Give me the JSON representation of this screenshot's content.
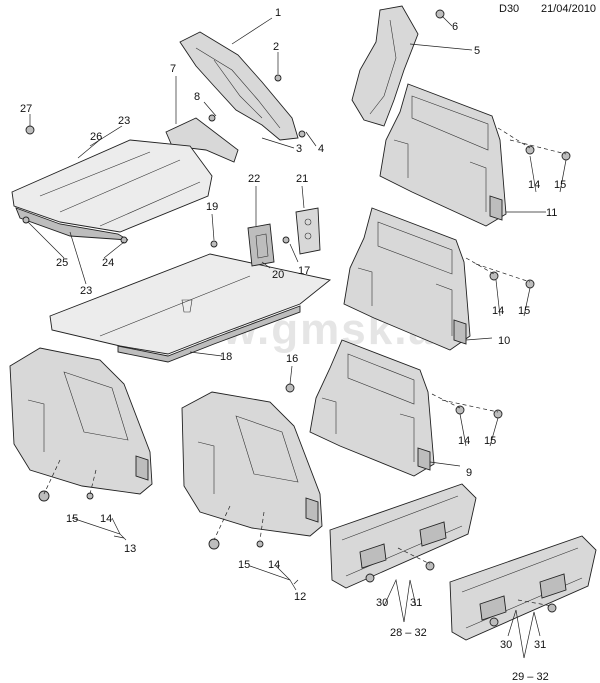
{
  "header": {
    "diagram_code": "D30",
    "date": "21/04/2010"
  },
  "watermark": "www.gmsk.ad",
  "callouts": {
    "c1": "1",
    "c2": "2",
    "c3": "3",
    "c4": "4",
    "c5": "5",
    "c6": "6",
    "c7": "7",
    "c8": "8",
    "c9": "9",
    "c10": "10",
    "c11": "11",
    "c12": "12",
    "c13": "13",
    "c14a": "14",
    "c14b": "14",
    "c14c": "14",
    "c14d": "14",
    "c14e": "14",
    "c15a": "15",
    "c15b": "15",
    "c15c": "15",
    "c15d": "15",
    "c15e": "15",
    "c16": "16",
    "c17": "17",
    "c18": "18",
    "c19": "19",
    "c20": "20",
    "c21": "21",
    "c22": "22",
    "c23a": "23",
    "c23b": "23",
    "c24": "24",
    "c25": "25",
    "c26": "26",
    "c27": "27",
    "c28_32": "28 – 32",
    "c29_32": "29 – 32",
    "c30a": "30",
    "c30b": "30",
    "c31a": "31",
    "c31b": "31"
  }
}
